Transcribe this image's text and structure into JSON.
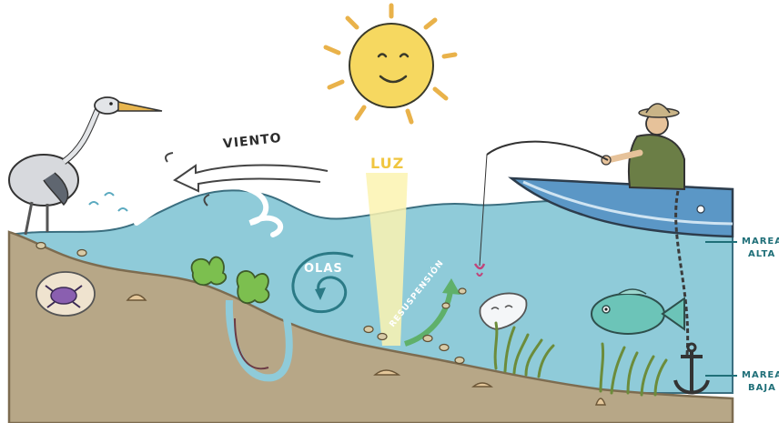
{
  "labels": {
    "wind": "VIENTO",
    "light": "LUZ",
    "waves": "OLAS",
    "resuspension": "RESUSPENSIÓN",
    "high_tide_line1": "MAREA",
    "high_tide_line2": "ALTA",
    "low_tide_line1": "MAREA",
    "low_tide_line2": "BAJA"
  },
  "colors": {
    "sky": "#ffffff",
    "water": "#8fcbd9",
    "water_dark": "#5aa9bf",
    "seabed": "#b7a787",
    "seabed_line": "#7d6c50",
    "sun": "#f6d860",
    "sun_rays": "#e9b24a",
    "light_beam": "#fbf3b0",
    "light_text": "#f0c640",
    "tide_text": "#1f6f78",
    "wave_arrow": "#2b7a86",
    "resuspension_arrow": "#5fb06a",
    "boat": "#5b97c6",
    "fish": "#6cc4b8",
    "seagrass": "#6c8c3b",
    "algae": "#7cbf4f",
    "heron": "#b9bcc2"
  },
  "icons": [
    "sun-icon",
    "heron-icon",
    "fisherman-icon",
    "boat-icon",
    "anchor-icon",
    "fish-icon",
    "plastic-bag-icon",
    "crab-icon",
    "algae-icon",
    "seagrass-icon",
    "worm-icon",
    "shell-icon"
  ]
}
